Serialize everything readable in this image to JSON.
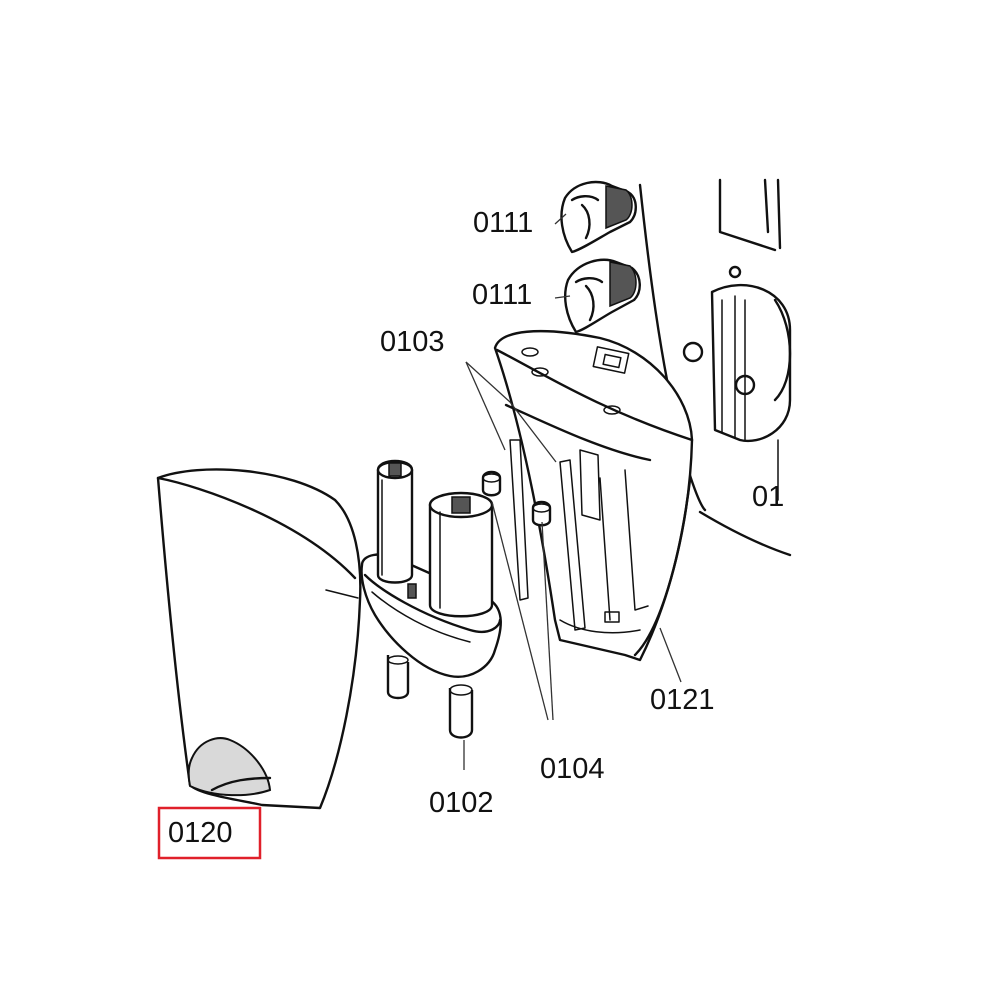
{
  "labels": {
    "part_0111_a": "0111",
    "part_0111_b": "0111",
    "part_0103": "0103",
    "part_01": "01",
    "part_0121": "0121",
    "part_0104": "0104",
    "part_0102": "0102",
    "part_0120": "0120"
  },
  "colors": {
    "line": "#111111",
    "highlight_box": "#e0202a",
    "background": "#ffffff"
  },
  "highlighted_part": "0120"
}
